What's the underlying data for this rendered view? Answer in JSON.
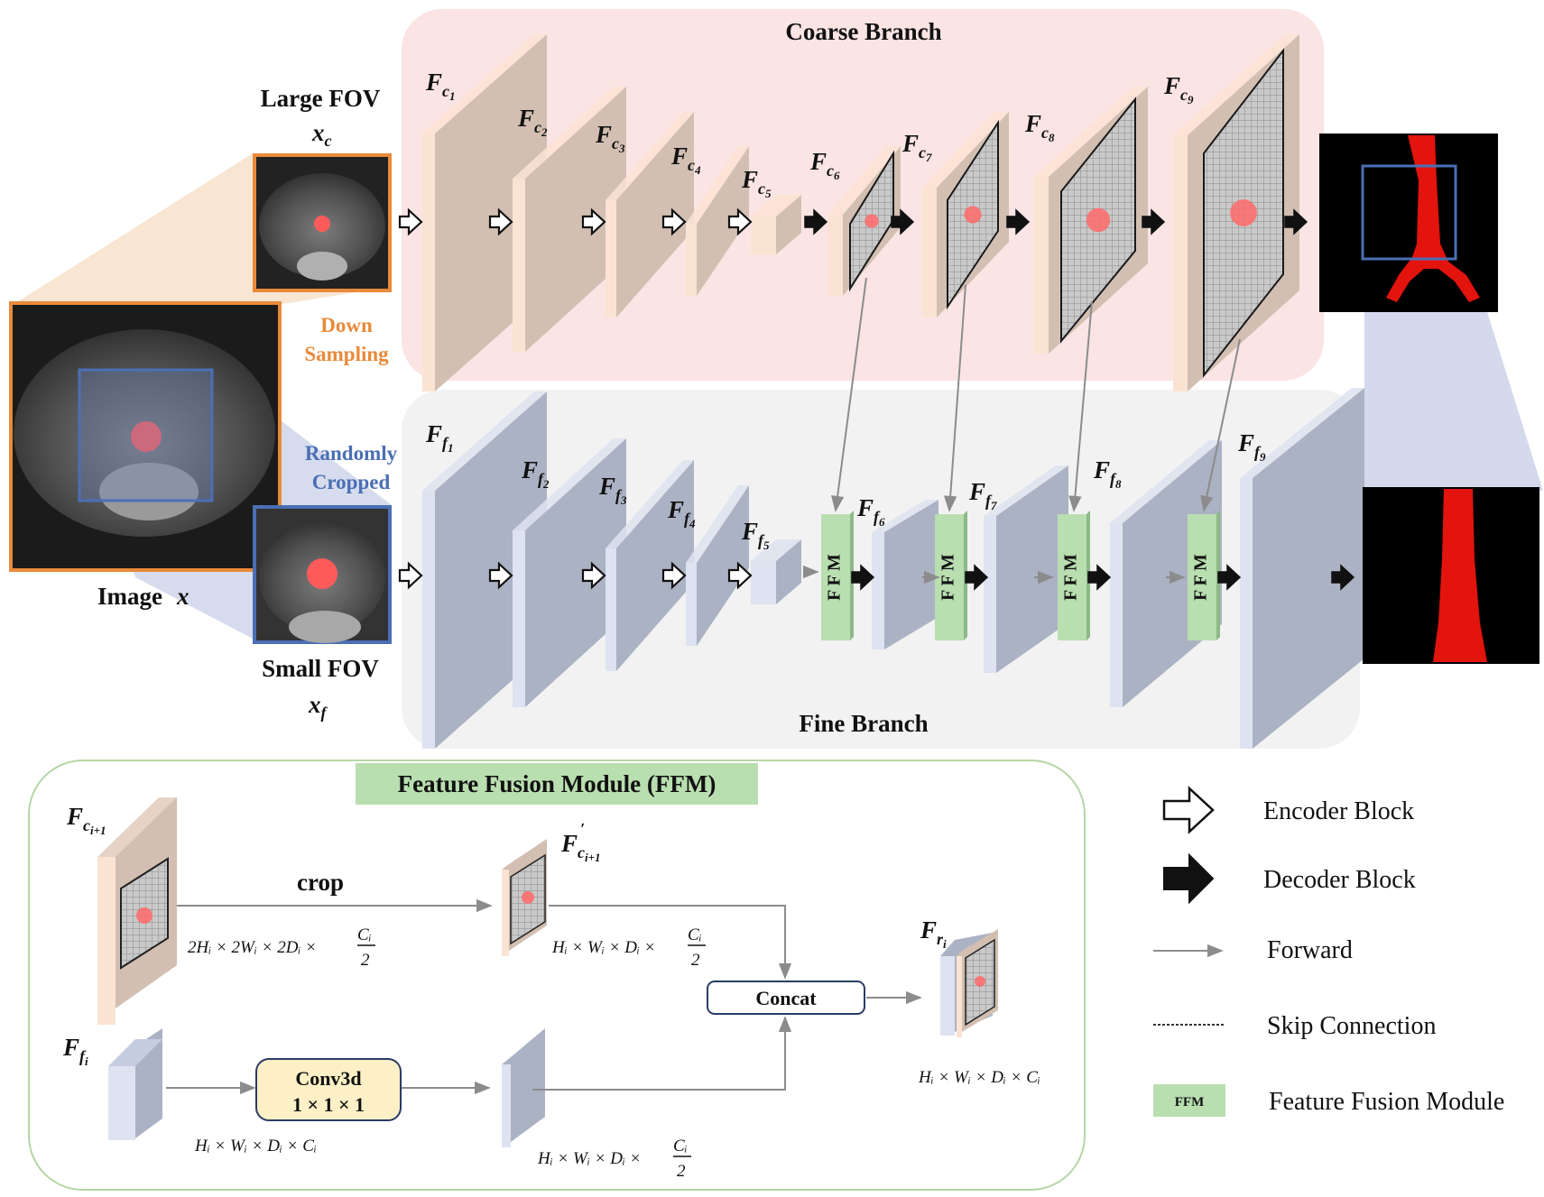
{
  "coarse": {
    "title": "Coarse Branch",
    "features": [
      "F",
      "F",
      "F",
      "F",
      "F",
      "F",
      "F",
      "F",
      "F"
    ],
    "subs": [
      "c1",
      "c2",
      "c3",
      "c4",
      "c5",
      "c6",
      "c7",
      "c8",
      "c9"
    ]
  },
  "fine": {
    "title": "Fine Branch",
    "subs": [
      "f1",
      "f2",
      "f3",
      "f4",
      "f5",
      "f6",
      "f7",
      "f8",
      "f9"
    ]
  },
  "inputs": {
    "large_fov": "Large FOV",
    "large_var": "x",
    "large_sub": "c",
    "small_fov": "Small FOV",
    "small_var": "x",
    "small_sub": "f",
    "image": "Image",
    "image_var": "x",
    "down_sampling_1": "Down",
    "down_sampling_2": "Sampling",
    "random_crop_1": "Randomly",
    "random_crop_2": "Cropped"
  },
  "ffm_block_label": "F F M",
  "ffm_panel": {
    "title": "Feature Fusion Module (FFM)",
    "fc_label": "F",
    "fc_sub": "c",
    "fc_subsub": "i+1",
    "fcp_sub": "c",
    "fcp_prime": "′",
    "ff_sub": "f",
    "ff_subsub": "i",
    "fr_sub": "r",
    "fr_subsub": "i",
    "crop": "crop",
    "concat": "Concat",
    "conv_1": "Conv3d",
    "conv_2": "1 × 1 × 1",
    "dim_top_left": "2H",
    "dim_top_left_full": "2Hᵢ × 2Wᵢ × 2Dᵢ ×",
    "dim_top_mid_full": "Hᵢ × Wᵢ × Dᵢ ×",
    "dim_bot_left_full": "Hᵢ × Wᵢ × Dᵢ × Cᵢ",
    "dim_bot_mid_full": "Hᵢ × Wᵢ × Dᵢ ×",
    "dim_out_full": "Hᵢ × Wᵢ × Dᵢ × Cᵢ",
    "frac_num": "Cᵢ",
    "frac_den": "2"
  },
  "legend": {
    "encoder": "Encoder Block",
    "decoder": "Decoder Block",
    "forward": "Forward",
    "skip": "Skip Connection",
    "ffm_badge": "FFM",
    "ffm": "Feature Fusion Module"
  },
  "colors": {
    "coarse_bg": "#fbe4e4",
    "fine_bg": "#f2f2f2",
    "coarse_front": "#fbe3d3",
    "coarse_face": "#d2bfb2",
    "fine_front": "#dde3f0",
    "fine_face": "#abb2c4",
    "ffm_green": "#b9deb0",
    "orange": "#e98a3a",
    "blue": "#4a6fb5",
    "panel_border": "#b6d6a6",
    "conv_fill": "#fdf0c6"
  }
}
